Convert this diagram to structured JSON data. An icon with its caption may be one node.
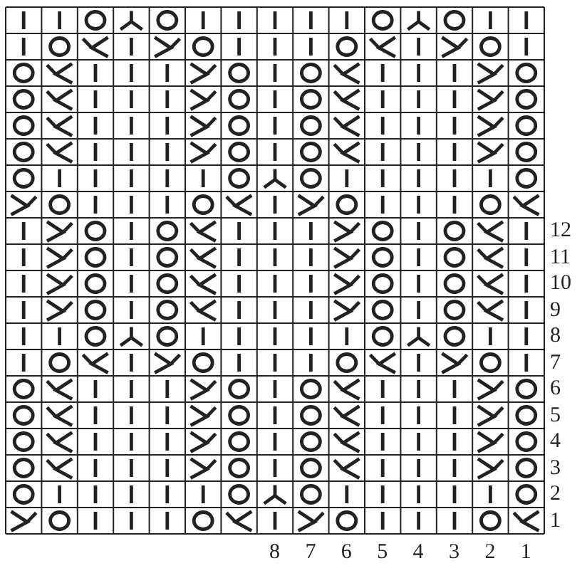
{
  "diagram": {
    "labels": [
      "12",
      "11",
      "10",
      "9",
      "8",
      "7",
      "6",
      "5",
      "4",
      "3",
      "2",
      "1",
      "8",
      "7",
      "6",
      "5",
      "4",
      "3",
      "2",
      "1"
    ]
  }
}
